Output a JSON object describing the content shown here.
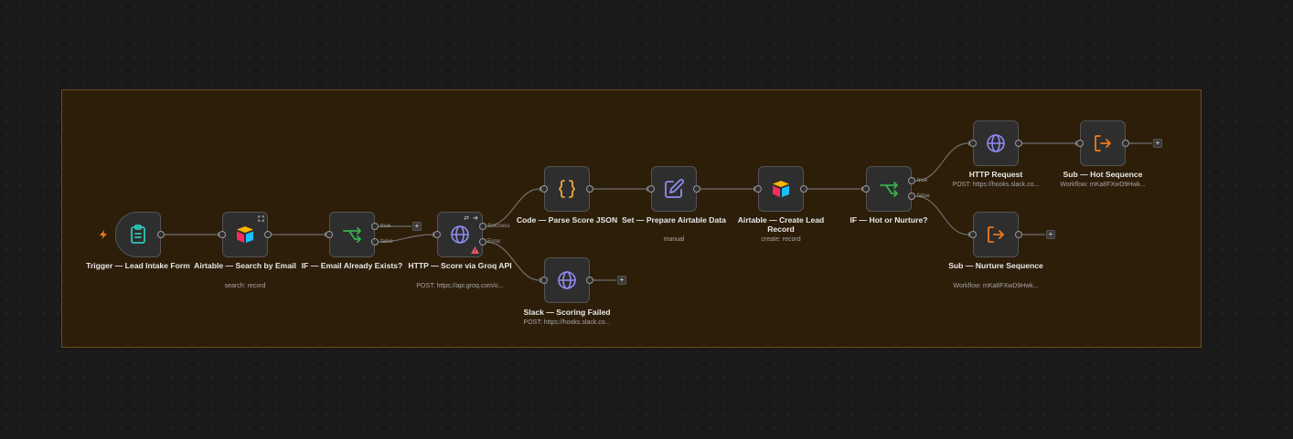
{
  "sticky_note": {
    "color": "#2d1e09",
    "border_color": "#6b4d1d"
  },
  "nodes": {
    "trigger": {
      "label": "Trigger — Lead Intake Form",
      "icon": "clipboard-icon",
      "color": "#2cc7b9"
    },
    "airtable_search": {
      "label": "Airtable — Search by Email",
      "sub": "search: record",
      "icon": "airtable-icon"
    },
    "if_email": {
      "label": "IF — Email Already Exists?",
      "icon": "if-split-icon",
      "color": "#37b24d",
      "branches": {
        "true_label": "true",
        "false_label": "false"
      }
    },
    "http_groq": {
      "label": "HTTP — Score via Groq API",
      "sub": "POST: https://api.groq.com/o...",
      "icon": "globe-icon",
      "color": "#8f8cf2",
      "outputs": {
        "success": "Success",
        "error": "Error"
      }
    },
    "code_parse": {
      "label": "Code — Parse Score JSON",
      "icon": "code-braces-icon",
      "color": "#f5a742"
    },
    "slack_failed": {
      "label": "Slack — Scoring Failed",
      "sub": "POST: https://hooks.slack.co...",
      "icon": "globe-icon"
    },
    "set_prepare": {
      "label": "Set — Prepare Airtable Data",
      "sub": "manual",
      "icon": "pencil-edit-icon"
    },
    "airtable_create": {
      "label": "Airtable — Create Lead Record",
      "sub": "create: record",
      "icon": "airtable-icon"
    },
    "if_hot": {
      "label": "IF — Hot or Nurture?",
      "icon": "if-split-icon",
      "branches": {
        "true_label": "true",
        "false_label": "false"
      }
    },
    "http_request": {
      "label": "HTTP Request",
      "sub": "POST: https://hooks.slack.co...",
      "icon": "globe-icon"
    },
    "sub_hot": {
      "label": "Sub — Hot Sequence",
      "sub": "Workflow: mKa8FXwD9Hwk...",
      "icon": "execute-workflow-icon",
      "color": "#f07a1a"
    },
    "sub_nurture": {
      "label": "Sub — Nurture Sequence",
      "sub": "Workflow: mKa8FXwD9Hwk...",
      "icon": "execute-workflow-icon"
    }
  },
  "plus_symbol": "+",
  "colors": {
    "edge": "#6f6f6f",
    "node_bg": "#2e2e2e",
    "node_border": "#545454",
    "warning": "#f0596a"
  }
}
